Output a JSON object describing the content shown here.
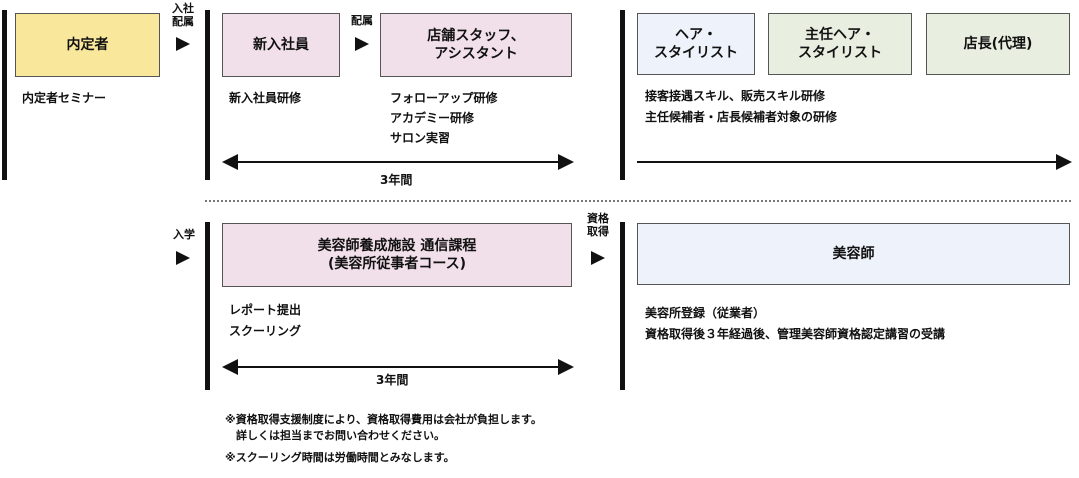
{
  "colors": {
    "yellow": "#f9e79b",
    "pink": "#f1dfe9",
    "blue": "#eef3fb",
    "green": "#e8eee0"
  },
  "top": {
    "naiteisha": {
      "label": "内定者",
      "desc": "内定者セミナー"
    },
    "nyusha_label": "入社\n配属",
    "shinnyu": {
      "label": "新入社員",
      "desc": "新入社員研修"
    },
    "haizoku_label": "配属",
    "staff": {
      "label": "店舗スタッフ、\nアシスタント",
      "desc": [
        "フォローアップ研修",
        "アカデミー研修",
        "サロン実習"
      ]
    },
    "duration": "3年間",
    "hair_stylist": "ヘア・\nスタイリスト",
    "chief_stylist": "主任ヘア・\nスタイリスト",
    "manager": "店長(代理)",
    "right_desc": [
      "接客接遇スキル、販売スキル研修",
      "主任候補者・店長候補者対象の研修"
    ]
  },
  "bottom": {
    "nyugaku_label": "入学",
    "course": {
      "label": "美容師養成施設 通信課程\n(美容所従事者コース)",
      "desc": [
        "レポート提出",
        "スクーリング"
      ]
    },
    "duration": "3年間",
    "shikaku_label": "資格\n取得",
    "biyoshi": {
      "label": "美容師",
      "desc": [
        "美容所登録（従業者）",
        "資格取得後３年経過後、管理美容師資格認定講習の受講"
      ]
    }
  },
  "notes": [
    "※資格取得支援制度により、資格取得費用は会社が負担します。\n　詳しくは担当までお問い合わせください。",
    "※スクーリング時間は労働時間とみなします。"
  ]
}
